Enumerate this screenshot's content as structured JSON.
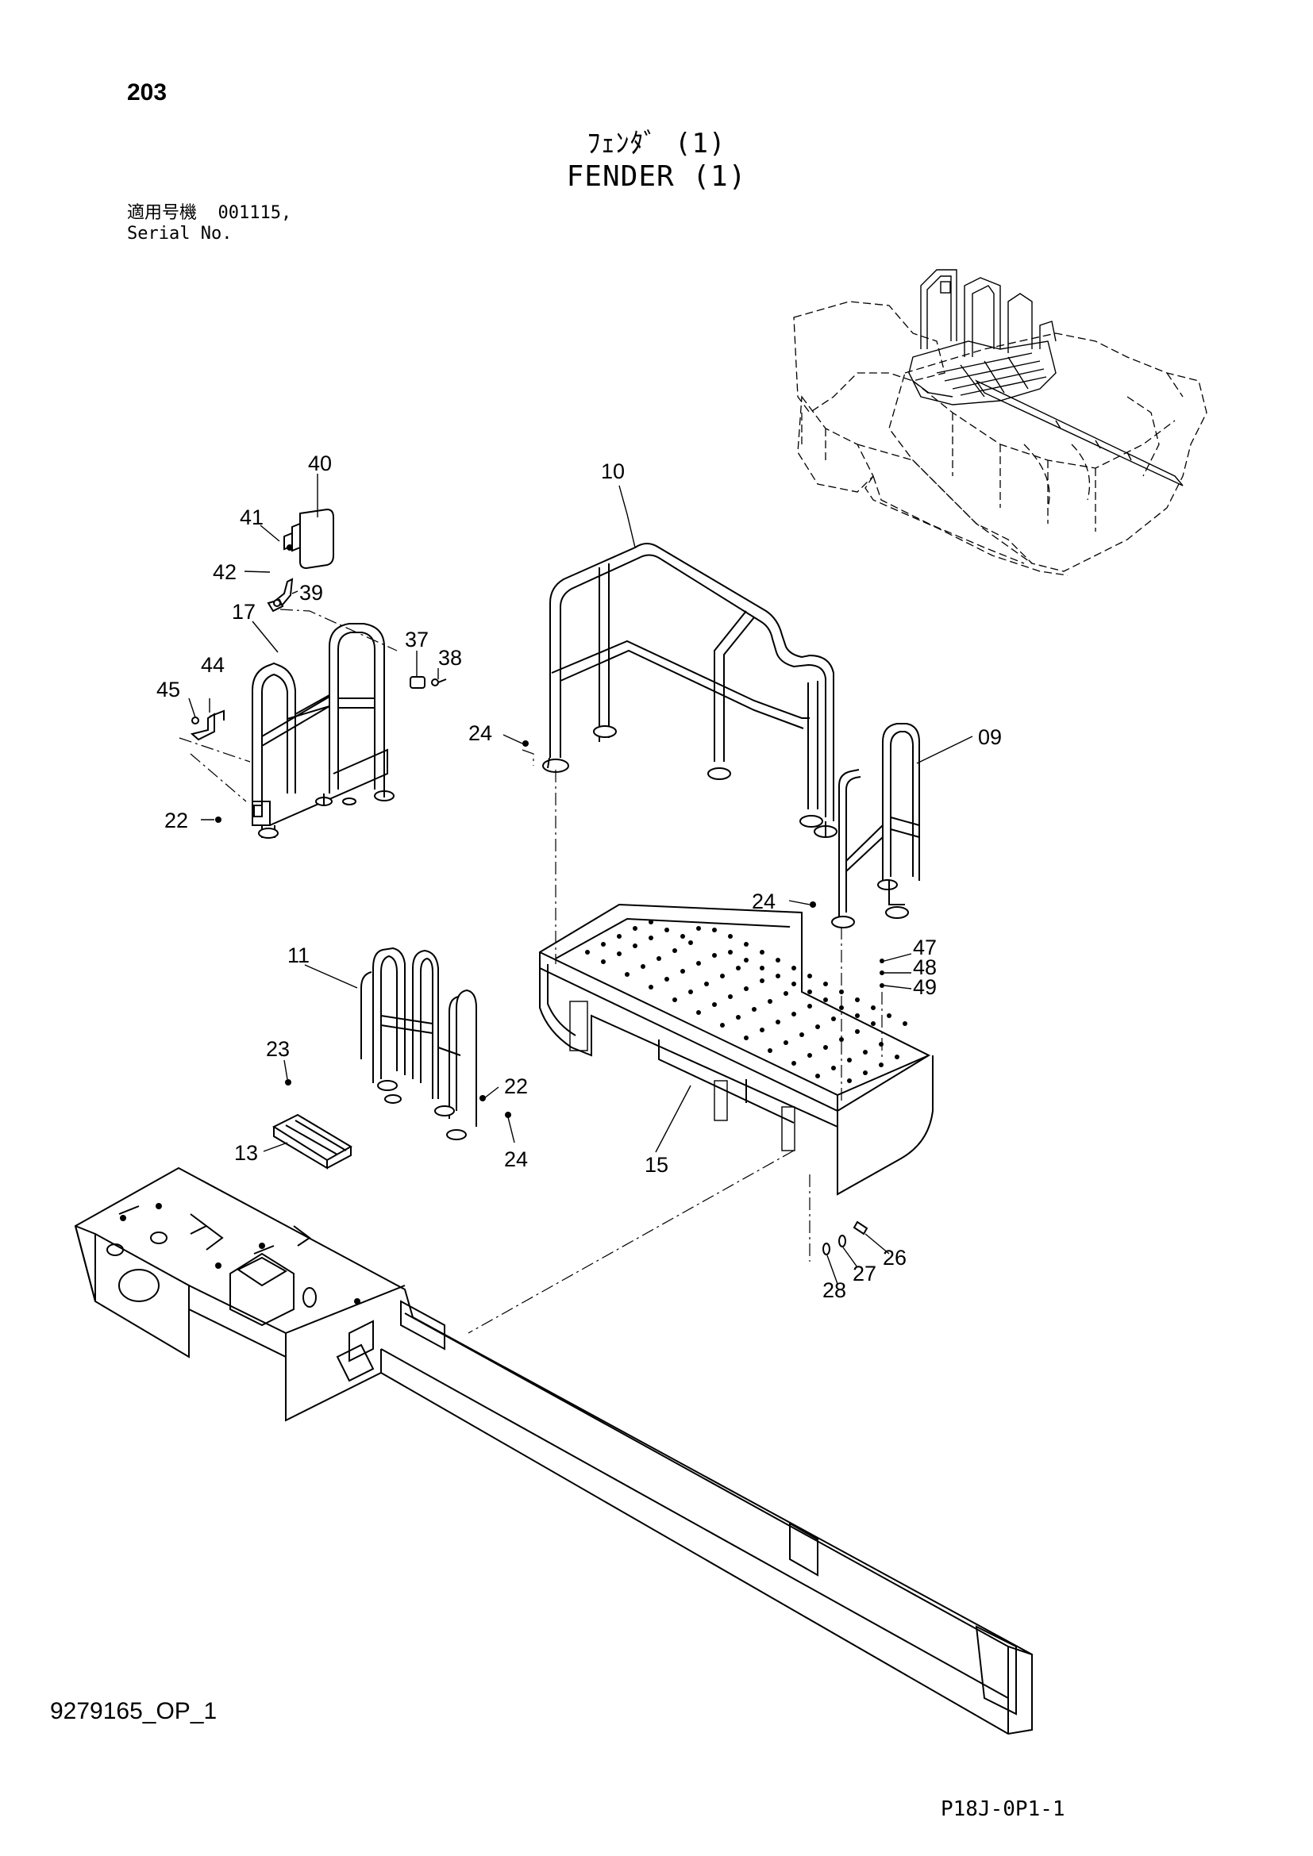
{
  "page": {
    "number": "203",
    "title_jp": "ﾌｪﾝﾀﾞ (1)",
    "title_en": "FENDER (1)",
    "serial_label_jp": "適用号機",
    "serial_value": "001115,",
    "serial_label_en": "Serial No.",
    "doc_id": "9279165_OP_1",
    "page_code": "P18J-0P1-1"
  },
  "callouts": {
    "c09": "09",
    "c10": "10",
    "c11": "11",
    "c13": "13",
    "c15": "15",
    "c17": "17",
    "c22a": "22",
    "c22b": "22",
    "c23": "23",
    "c24a": "24",
    "c24b": "24",
    "c24c": "24",
    "c26": "26",
    "c27": "27",
    "c28": "28",
    "c37": "37",
    "c38": "38",
    "c39": "39",
    "c40": "40",
    "c41": "41",
    "c42": "42",
    "c44": "44",
    "c45": "45",
    "c47": "47",
    "c48": "48",
    "c49": "49"
  }
}
